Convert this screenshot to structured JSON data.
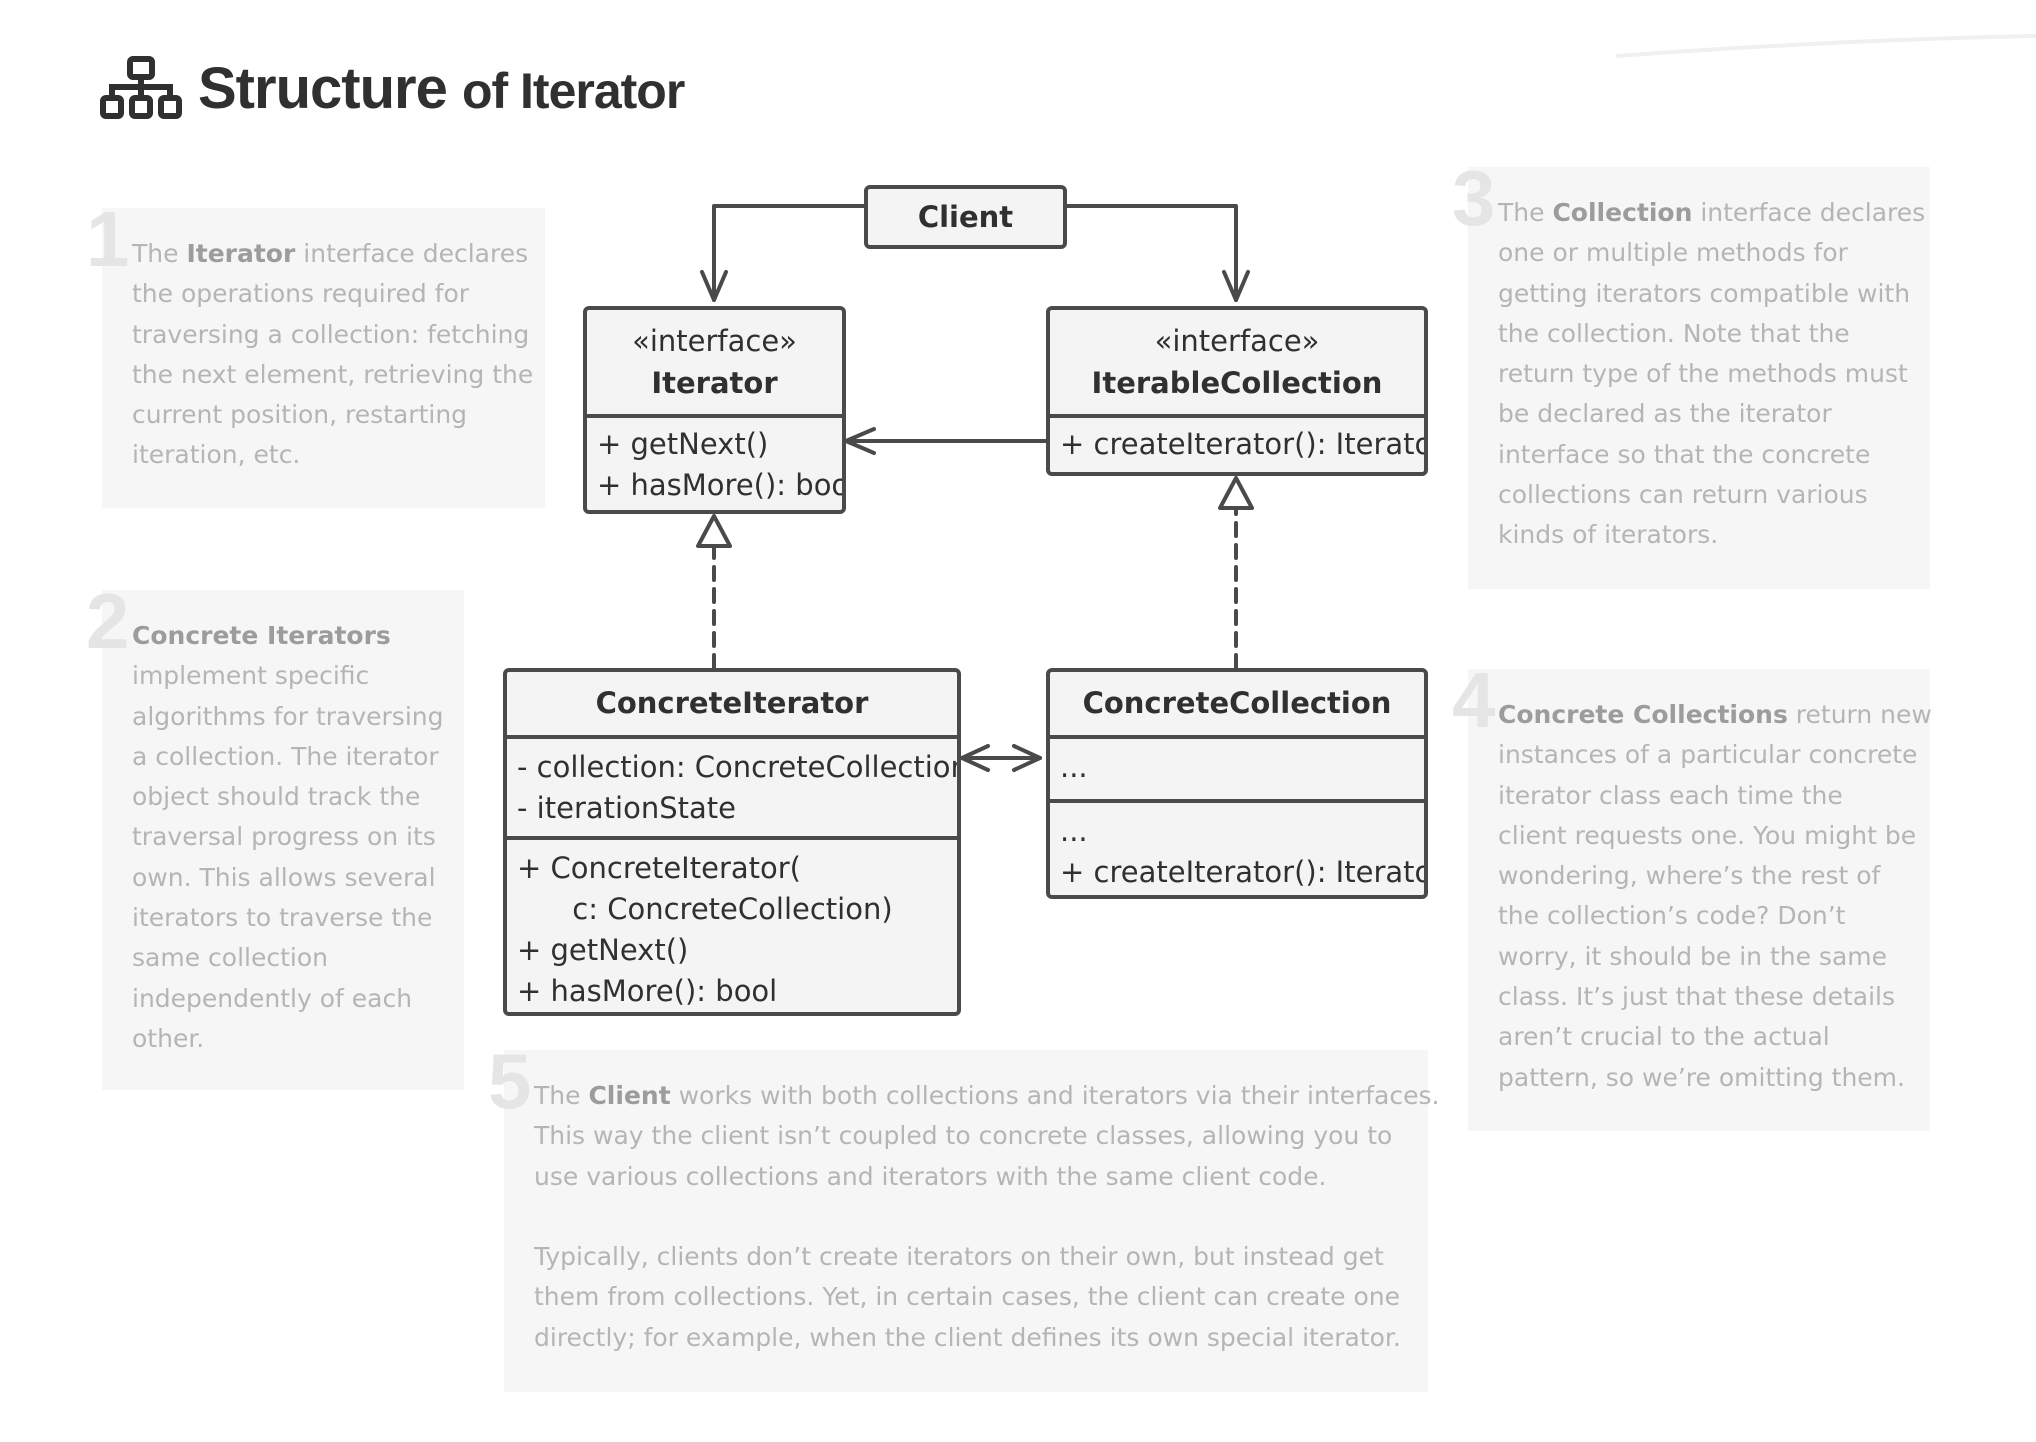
{
  "title": {
    "main": "Structure",
    "rest": "of Iterator"
  },
  "notes": {
    "n1": {
      "number": "1",
      "lines": [
        "The |Iterator| interface declares",
        "the operations required for",
        "traversing a collection: fetching",
        "the next element, retrieving the",
        "current position, restarting",
        "iteration, etc."
      ]
    },
    "n2": {
      "number": "2",
      "lines": [
        "|Concrete Iterators|",
        "implement specific",
        "algorithms for traversing",
        "a collection. The iterator",
        "object should track the",
        "traversal progress on its",
        "own. This allows several",
        "iterators to traverse the",
        "same collection",
        "independently of each",
        "other."
      ]
    },
    "n3": {
      "number": "3",
      "lines": [
        "The |Collection| interface declares",
        "one or multiple methods for",
        "getting iterators compatible with",
        "the collection. Note that the",
        "return type of the methods must",
        "be declared as the iterator",
        "interface so that the concrete",
        "collections can return various",
        "kinds of iterators."
      ]
    },
    "n4": {
      "number": "4",
      "lines": [
        "|Concrete Collections| return new",
        "instances of a particular concrete",
        "iterator class each time the",
        "client requests one. You might be",
        "wondering, where’s the rest of",
        "the collection’s code? Don’t",
        "worry, it should be in the same",
        "class. It’s just that these details",
        "aren’t crucial to the actual",
        "pattern, so we’re omitting them."
      ]
    },
    "n5": {
      "number": "5",
      "lines": [
        "The |Client| works with both collections and iterators via their interfaces.",
        "This way the client isn’t coupled to concrete classes, allowing you to",
        "use various collections and iterators with the same client code.",
        "",
        "Typically, clients don’t create iterators on their own, but instead get",
        "them from collections. Yet, in certain cases, the client can create one",
        "directly; for example, when the client defines its own special iterator."
      ]
    }
  },
  "classes": {
    "client": {
      "name": "Client"
    },
    "iterator": {
      "stereotype": "«interface»",
      "name": "Iterator",
      "methods": "+ getNext()\n+ hasMore(): bool"
    },
    "iterable": {
      "stereotype": "«interface»",
      "name": "IterableCollection",
      "methods": "+ createIterator(): Iterator"
    },
    "concrete_iterator": {
      "name": "ConcreteIterator",
      "fields": "- collection: ConcreteCollection\n- iterationState",
      "methods": "+ ConcreteIterator(\n      c: ConcreteCollection)\n+ getNext()\n+ hasMore(): bool"
    },
    "concrete_collection": {
      "name": "ConcreteCollection",
      "fields": "...",
      "methods": "...\n+ createIterator(): Iterator"
    }
  }
}
